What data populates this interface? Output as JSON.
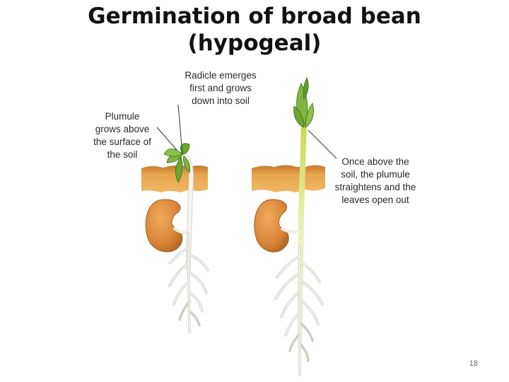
{
  "title": {
    "line1": "Germination of broad bean",
    "line2": "(hypogeal)"
  },
  "labels": {
    "radicle": [
      "Radicle emerges",
      "first and grows",
      "down into soil"
    ],
    "plumule": [
      "Plumule",
      "grows above",
      "the surface of",
      "the soil"
    ],
    "straighten": [
      "Once above the",
      "soil, the plumule",
      "straightens and the",
      "leaves open out"
    ]
  },
  "page_number": "18",
  "colors": {
    "soil": "#e3a24a",
    "seed": "#d88a3a",
    "leaf": "#6fae35",
    "stem": "#f2f2ea"
  }
}
